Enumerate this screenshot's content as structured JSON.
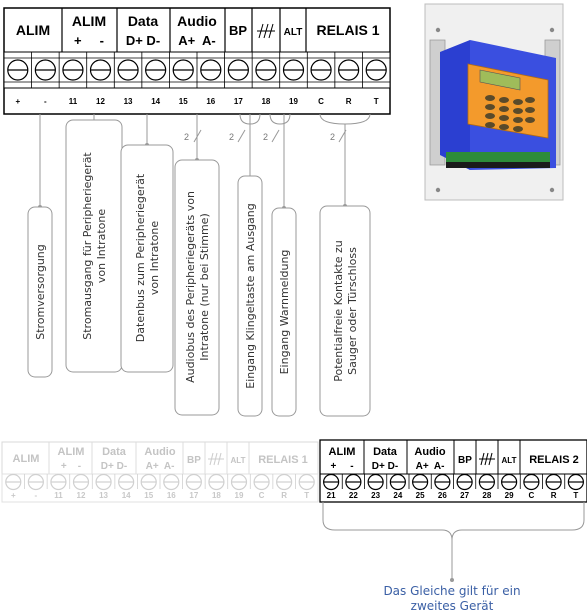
{
  "block1": {
    "headers": [
      {
        "top": "ALIM",
        "bottom": ""
      },
      {
        "top": "ALIM",
        "bottom": "+     -"
      },
      {
        "top": "Data",
        "bottom": "D+ D-"
      },
      {
        "top": "Audio",
        "bottom": "A+  A-"
      },
      {
        "top": "BP",
        "bottom": ""
      },
      {
        "top": "ALT",
        "bottom": ""
      },
      {
        "top": "RELAIS 1",
        "bottom": ""
      }
    ],
    "terminals": [
      "+",
      "-",
      "11",
      "12",
      "13",
      "14",
      "15",
      "16",
      "17",
      "18",
      "19",
      "C",
      "R",
      "T"
    ]
  },
  "block2": {
    "headers": [
      {
        "top": "ALIM",
        "bottom": "+     -"
      },
      {
        "top": "Data",
        "bottom": "D+ D-"
      },
      {
        "top": "Audio",
        "bottom": "A+  A-"
      },
      {
        "top": "BP",
        "bottom": ""
      },
      {
        "top": "ALT",
        "bottom": ""
      },
      {
        "top": "RELAIS 2",
        "bottom": ""
      }
    ],
    "terminals": [
      "21",
      "22",
      "23",
      "24",
      "25",
      "26",
      "27",
      "28",
      "29",
      "C",
      "R",
      "T"
    ]
  },
  "faded_block": {
    "headers": [
      {
        "top": "ALIM",
        "bottom": ""
      },
      {
        "top": "ALIM",
        "bottom": "+    -"
      },
      {
        "top": "Data",
        "bottom": "D+ D-"
      },
      {
        "top": "Audio",
        "bottom": "A+  A-"
      },
      {
        "top": "BP",
        "bottom": ""
      },
      {
        "top": "ALT",
        "bottom": ""
      },
      {
        "top": "RELAIS 1",
        "bottom": ""
      }
    ],
    "terminals": [
      "+",
      "-",
      "11",
      "12",
      "13",
      "14",
      "15",
      "16",
      "17",
      "18",
      "19",
      "C",
      "R",
      "T"
    ]
  },
  "wire_counts": [
    "2",
    "2",
    "2",
    "2"
  ],
  "callouts": [
    {
      "lines": [
        "Stromversorgung"
      ]
    },
    {
      "lines": [
        "Stromausgang für Peripheriegerät",
        "von Intratone"
      ]
    },
    {
      "lines": [
        "Datenbus zum Peripheriegerät",
        "von Intratone"
      ]
    },
    {
      "lines": [
        "Audiobus des Peripheriegeräts von",
        "Intratone (nur bei Stimme)"
      ]
    },
    {
      "lines": [
        "Eingang Klingeltaste am Ausgang"
      ]
    },
    {
      "lines": [
        "Eingang Warnmeldung"
      ]
    },
    {
      "lines": [
        "Potentialfreie Kontakte zu",
        "Sauger oder Türschloss"
      ]
    }
  ],
  "note": [
    "Das Gleiche gilt für ein",
    "zweites Gerät"
  ],
  "colors": {
    "device_blue": "#2b3fd1",
    "device_orange": "#f39a2c",
    "note_text": "#3a5fa5"
  }
}
